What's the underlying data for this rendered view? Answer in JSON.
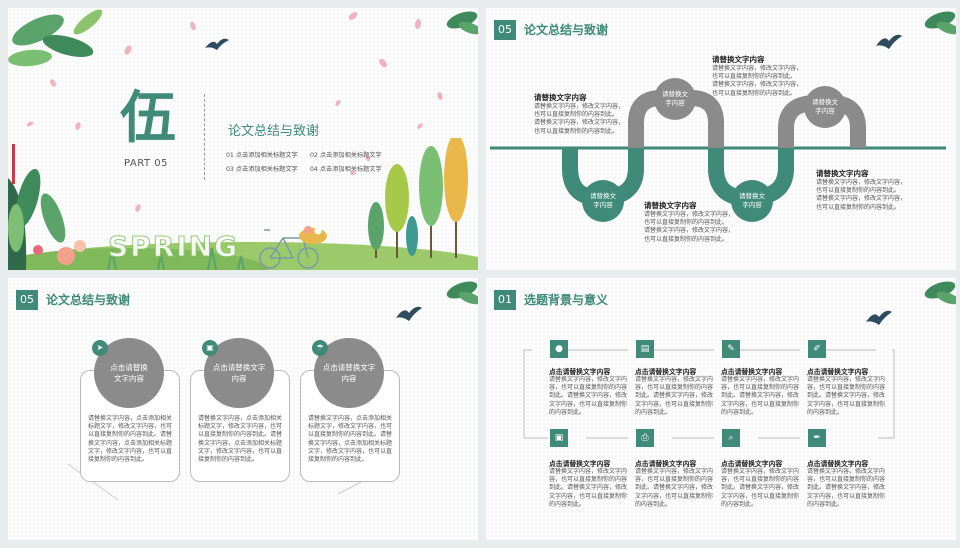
{
  "colors": {
    "accent": "#3f8a79",
    "gray": "#8b8b8b",
    "light": "#fbfcfb"
  },
  "slide1": {
    "big_char": "伍",
    "part": "PART 05",
    "title": "论文总结与致谢",
    "items": [
      "01 点击添加相关标题文字",
      "02 点击添加相关标题文字",
      "03 点击添加相关标题文字",
      "04 点击添加相关标题文字"
    ],
    "decor_text": "SPRING"
  },
  "slide2": {
    "num": "05",
    "title": "论文总结与致谢",
    "top_circle_label": "请替换文\n字内容",
    "bottom_circle_label": "请替换文\n字内容",
    "block_title": "请替换文字内容",
    "block_text": "请替换文字内容，修改文字内容，\n也可以直接复制你的内容到此。\n请替换文字内容，修改文字内容，\n也可以直接复制你的内容到此。"
  },
  "slide3": {
    "num": "05",
    "title": "论文总结与致谢",
    "cards": [
      {
        "icon": "paper-plane-icon",
        "glyph": "➤",
        "label": "点击请替换\n文字内容",
        "text": "请替换文字内容，点击添加相关标题文字，修改文字内容，也可以直接复制你的内容到此。请替换文字内容，点击添加相关标题文字，修改文字内容，也可以直接复制你的内容到此。"
      },
      {
        "icon": "briefcase-icon",
        "glyph": "▣",
        "label": "点击请替换文字\n内容",
        "text": "请替换文字内容，点击添加相关标题文字，修改文字内容，也可以直接复制你的内容到此。请替换文字内容，点击添加相关标题文字，修改文字内容，也可以直接复制你的内容到此。"
      },
      {
        "icon": "umbrella-icon",
        "glyph": "☂",
        "label": "点击请替换文字\n内容",
        "text": "请替换文字内容，点击添加相关标题文字，修改文字内容，也可以直接复制你的内容到此。请替换文字内容，点击添加相关标题文字，修改文字内容，也可以直接复制你的内容到此。"
      }
    ]
  },
  "slide4": {
    "num": "01",
    "title": "选题背景与意义",
    "item_title": "点击请替换文字内容",
    "item_text": "请替换文字内容，修改文字内容，也可以直接复制你的内容到此。请替换文字内容，修改文字内容，也可以直接复制你的内容到此。",
    "icons_top": [
      {
        "name": "user-icon",
        "g": "●"
      },
      {
        "name": "clipboard-icon",
        "g": "▤"
      },
      {
        "name": "wrench-icon",
        "g": "✎"
      },
      {
        "name": "pencil-icon",
        "g": "✐"
      }
    ],
    "icons_bottom": [
      {
        "name": "briefcase-icon",
        "g": "▣"
      },
      {
        "name": "printer-icon",
        "g": "⎙"
      },
      {
        "name": "search-icon",
        "g": "⌕"
      },
      {
        "name": "brush-icon",
        "g": "✒"
      }
    ]
  }
}
